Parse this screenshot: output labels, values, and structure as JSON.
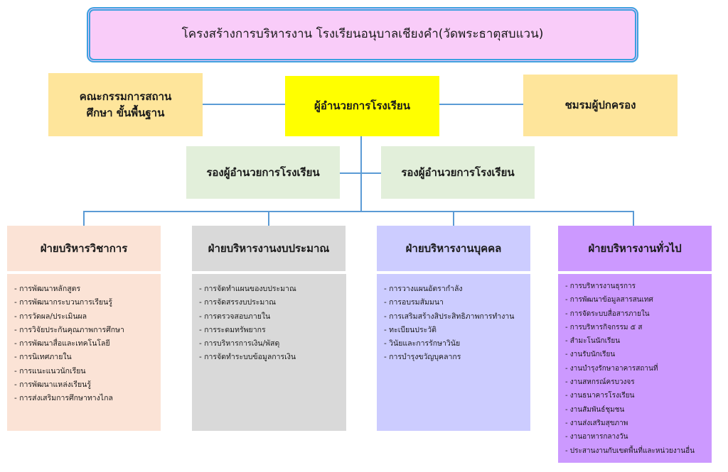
{
  "title": "โครงสร้างการบริหารงาน โรงเรียนอนุบาลเชียงคำ(วัดพระธาตุสบแวน)",
  "board": "คณะกรรมการสถานศึกษา ขั้นพื้นฐาน",
  "director": "ผู้อำนวยการโรงเรียน",
  "parents": "ชมรมผู้ปกครอง",
  "deputies": [
    "รองผู้อำนวยการโรงเรียน",
    "รองผู้อำนวยการโรงเรียน"
  ],
  "departments": [
    {
      "name": "ฝ่ายบริหารวิชาการ",
      "color": "#fbe3d6",
      "items": [
        "การพัฒนาหลักสูตร",
        "การพัฒนากระบวนการเรียนรู้",
        "การวัดผล/ประเมินผล",
        "การวิจัยประกันคุณภาพการศึกษา",
        "การพัฒนาสื่อและเทคโนโลยี",
        "การนิเทศภายใน",
        "การแนะแนวนักเรียน",
        "การพัฒนาแหล่งเรียนรู้",
        "การส่งเสริมการศึกษาทางไกล"
      ]
    },
    {
      "name": "ฝ่ายบริหารงานงบประมาณ",
      "color": "#d9d9d9",
      "items": [
        "การจัดทำแผนของบประมาณ",
        "การจัดสรรงบประมาณ",
        "การตรวจสอบภายใน",
        "การระดมทรัพยากร",
        "การบริหารการเงิน/พัสดุ",
        "การจัดทำระบบข้อมูลการเงิน"
      ]
    },
    {
      "name": "ฝ่ายบริหารงานบุคคล",
      "color": "#ccccff",
      "items": [
        "การวางแผนอัตรากำลัง",
        "การอบรมสัมมนา",
        "การเสริมสร้างสิประสิทธิภาพการทำงาน",
        "ทะเบียนประวัติ",
        "วินัยและการรักษาวินัย",
        "การบำรุงขวัญบุคลากร"
      ]
    },
    {
      "name": "ฝ่ายบริหารงานทั่วไป",
      "color": "#cc99ff",
      "items": [
        "การบริหารงานธุรการ",
        "การพัฒนาข้อมูลสารสนเทศ",
        "การจัดระบบสื่อสารภายใน",
        "การบริหารกิจกรรม ๕ ส",
        "สำมะโนนักเรียน",
        "งานรับนักเรียน",
        "งานบำรุงรักษาอาคารสถานที่",
        "งานสหกรณ์ครบวงจร",
        "งานธนาคารโรงเรียน",
        "งานสัมพันธ์ชุมชน",
        "งานส่งเสริมสุขภาพ",
        "งานอาหารกลางวัน",
        "ประสานงานกับเขตพื้นที่และหน่วยงานอื่น"
      ]
    }
  ]
}
